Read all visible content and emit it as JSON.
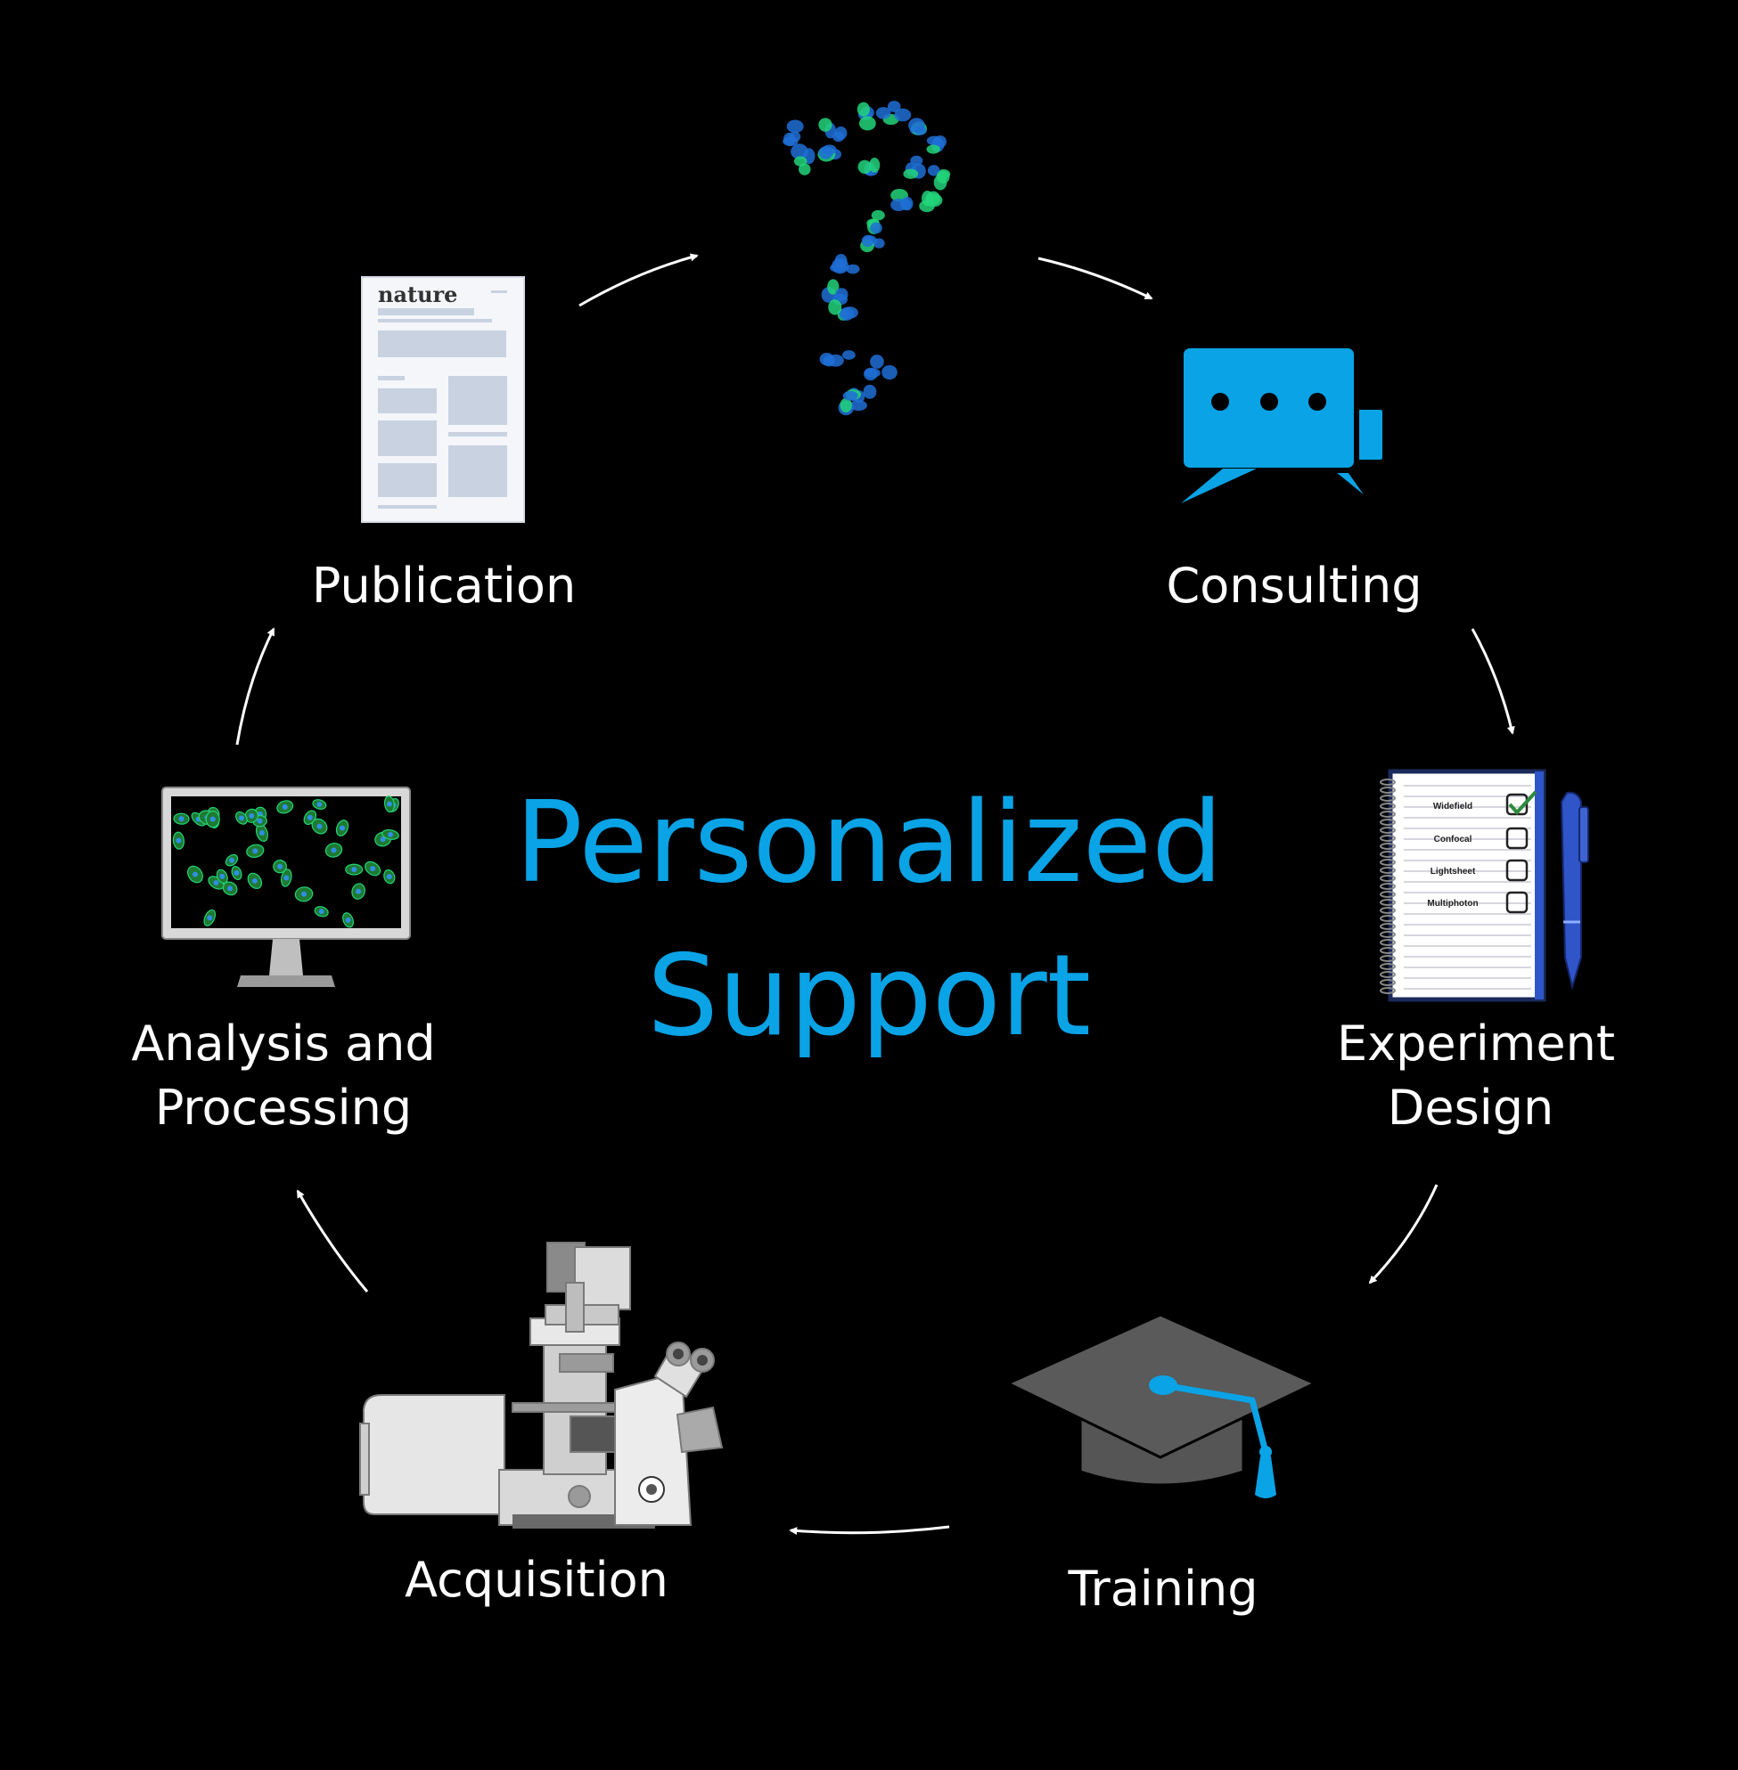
{
  "center_title": {
    "line1": "Personalized",
    "line2": "Support"
  },
  "steps": {
    "consulting": {
      "label": "Consulting",
      "icon": "chat-bubbles-icon"
    },
    "experiment_design": {
      "line1": "Experiment",
      "line2": "Design",
      "icon": "checklist-notebook-icon"
    },
    "training": {
      "label": "Training",
      "icon": "graduation-cap-icon"
    },
    "acquisition": {
      "label": "Acquisition",
      "icon": "microscope-icon"
    },
    "analysis": {
      "line1": "Analysis and",
      "line2": "Processing",
      "icon": "monitor-cells-icon"
    },
    "publication": {
      "label": "Publication",
      "icon": "journal-page-icon"
    },
    "question": {
      "icon": "cell-question-mark-icon"
    }
  },
  "checklist": {
    "items": [
      "Widefield",
      "Confocal",
      "Lightsheet",
      "Multiphoton"
    ]
  },
  "journal": {
    "masthead": "nature"
  },
  "colors": {
    "accent": "#0aa3e6",
    "background": "#000000",
    "text": "#ffffff",
    "cells_green": "#22d37a",
    "cells_blue": "#1f6fd6"
  }
}
